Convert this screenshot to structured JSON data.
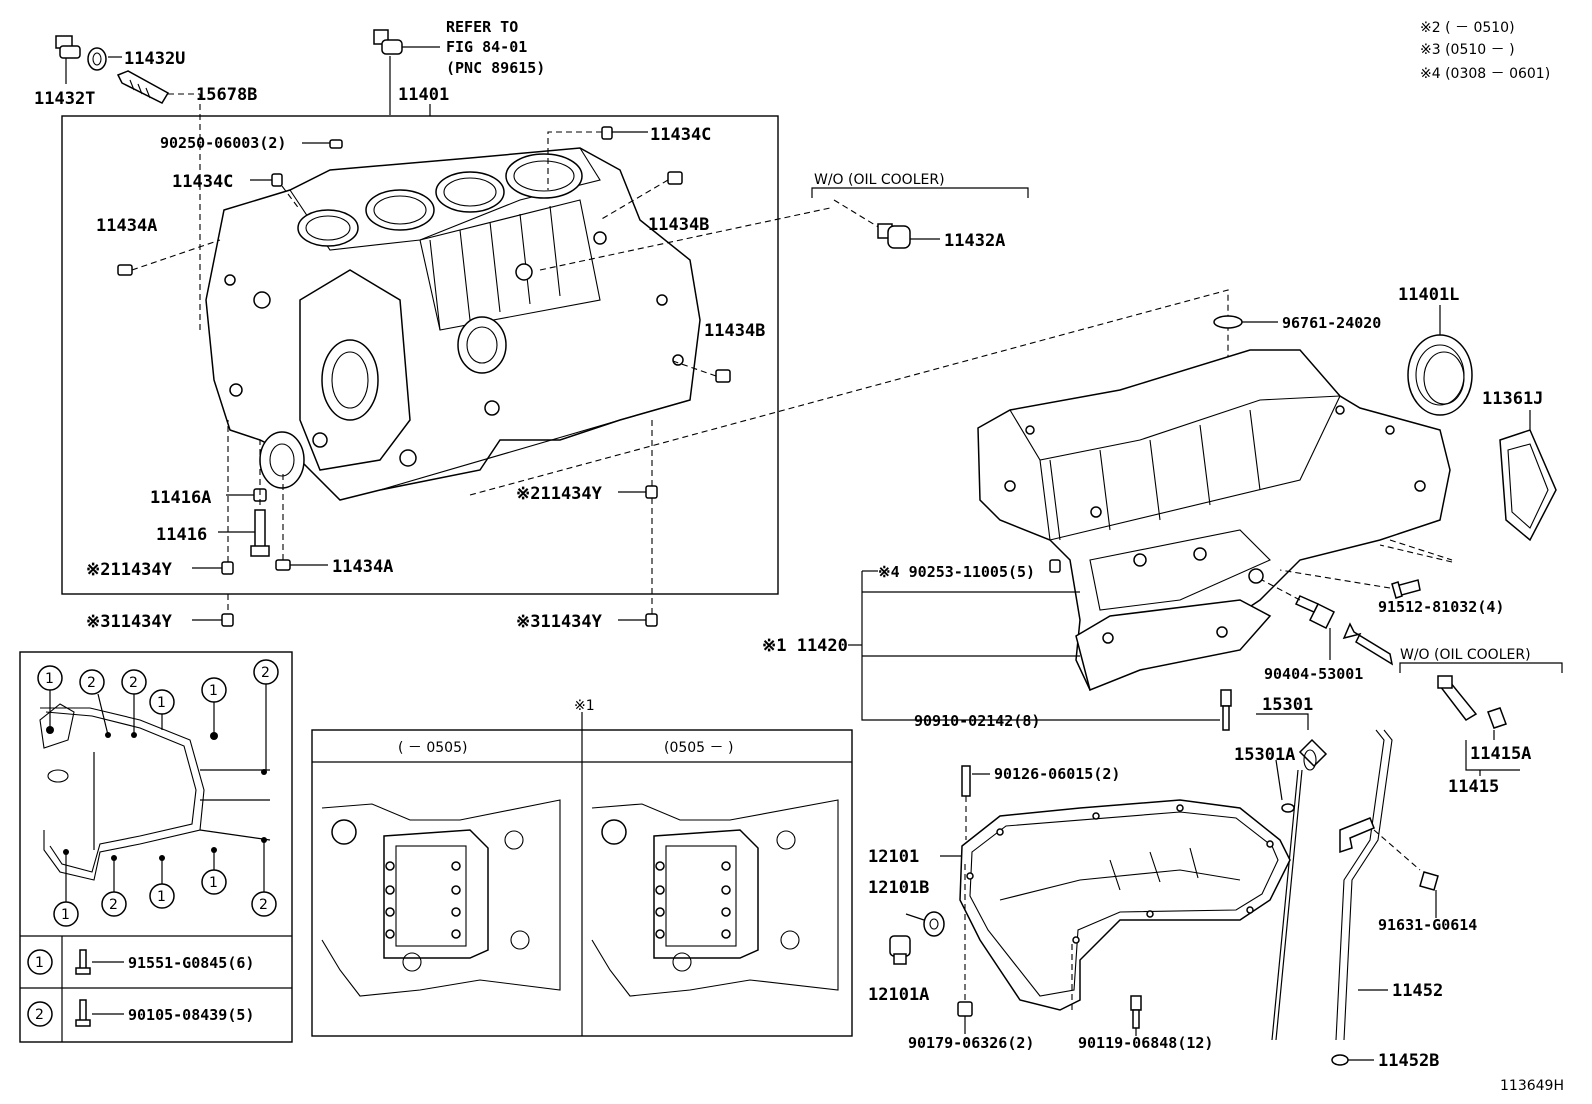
{
  "diagram_id": "113649H",
  "notes": {
    "n2": "※2 (      － 0510)",
    "n3": "※3 (0510 －      )",
    "n4": "※4 (0308 － 0601)"
  },
  "refer": {
    "line1": "REFER TO",
    "line2": "FIG 84-01",
    "line3": "(PNC 89615)"
  },
  "wo_oil_cooler_1": "W/O (OIL COOLER)",
  "wo_oil_cooler_2": "W/O (OIL COOLER)",
  "inset_marker": "※1",
  "inset_left_range": "(      － 0505)",
  "inset_right_range": "(0505 －      )",
  "legend": {
    "sym1": "1",
    "sym2": "2",
    "part1": "91551-G0845(6)",
    "part2": "90105-08439(5)"
  },
  "parts": {
    "p11432U": "11432U",
    "p11432T": "11432T",
    "p15678B": "15678B",
    "p11401": "11401",
    "p90250": "90250-06003(2)",
    "p11434C_a": "11434C",
    "p11434C_b": "11434C",
    "p11434A_a": "11434A",
    "p11434B_a": "11434B",
    "p11434B_b": "11434B",
    "p11432A": "11432A",
    "p11416A": "11416A",
    "p11416": "11416",
    "p11434Y_a": "※211434Y",
    "p11434A_b": "11434A",
    "p11434Y_b": "※311434Y",
    "p11434Y_c": "※211434Y",
    "p11434Y_d": "※311434Y",
    "p11401L": "11401L",
    "p96761": "96761-24020",
    "p11361J": "11361J",
    "p90253": "※4 90253-11005(5)",
    "p11420": "※1 11420",
    "p91512": "91512-81032(4)",
    "p90404": "90404-53001",
    "p90910": "90910-02142(8)",
    "p15301": "15301",
    "p15301A": "15301A",
    "p11415A": "11415A",
    "p11415": "11415",
    "p90126": "90126-06015(2)",
    "p12101": "12101",
    "p12101B": "12101B",
    "p12101A": "12101A",
    "p91631": "91631-G0614",
    "p11452": "11452",
    "p11452B": "11452B",
    "p90179": "90179-06326(2)",
    "p90119": "90119-06848(12)"
  },
  "gasket_callouts": [
    "1",
    "2",
    "2",
    "1",
    "1",
    "2",
    "1",
    "2",
    "1",
    "1",
    "2"
  ]
}
